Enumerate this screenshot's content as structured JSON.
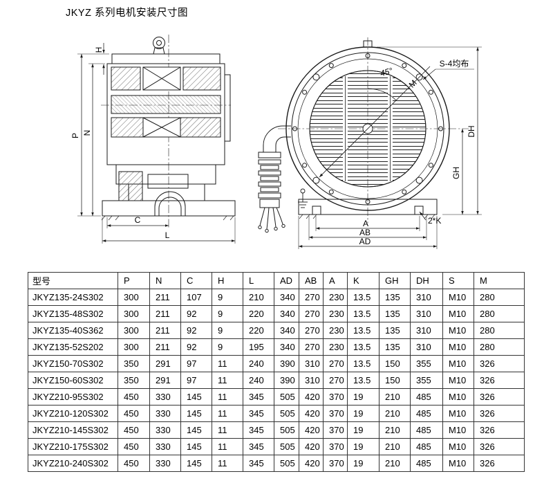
{
  "page": {
    "title": "JKYZ 系列电机安装尺寸图"
  },
  "diagram": {
    "side_view": {
      "labels": {
        "H": "H",
        "P": "P",
        "N": "N",
        "C": "C",
        "L": "L"
      }
    },
    "front_view": {
      "labels": {
        "angle": "45°",
        "holes": "S-4均布",
        "m": "M",
        "dh": "DH",
        "gh": "GH",
        "k": "2*K",
        "a": "A",
        "ab": "AB",
        "ad": "AD"
      }
    }
  },
  "table": {
    "headers": [
      "型号",
      "P",
      "N",
      "C",
      "H",
      "L",
      "AD",
      "AB",
      "A",
      "K",
      "GH",
      "DH",
      "S",
      "M"
    ],
    "rows": [
      [
        "JKYZ135-24S302",
        "300",
        "211",
        "107",
        "9",
        "210",
        "340",
        "270",
        "230",
        "13.5",
        "135",
        "310",
        "M10",
        "280"
      ],
      [
        "JKYZ135-48S302",
        "300",
        "211",
        "92",
        "9",
        "220",
        "340",
        "270",
        "230",
        "13.5",
        "135",
        "310",
        "M10",
        "280"
      ],
      [
        "JKYZ135-40S362",
        "300",
        "211",
        "92",
        "9",
        "220",
        "340",
        "270",
        "230",
        "13.5",
        "135",
        "310",
        "M10",
        "280"
      ],
      [
        "JKYZ135-52S202",
        "300",
        "211",
        "92",
        "9",
        "195",
        "340",
        "270",
        "230",
        "13.5",
        "135",
        "310",
        "M10",
        "280"
      ],
      [
        "JKYZ150-70S302",
        "350",
        "291",
        "97",
        "11",
        "240",
        "390",
        "310",
        "270",
        "13.5",
        "150",
        "355",
        "M10",
        "326"
      ],
      [
        "JKYZ150-60S302",
        "350",
        "291",
        "97",
        "11",
        "240",
        "390",
        "310",
        "270",
        "13.5",
        "150",
        "355",
        "M10",
        "326"
      ],
      [
        "JKYZ210-95S302",
        "450",
        "330",
        "145",
        "11",
        "345",
        "505",
        "420",
        "370",
        "19",
        "210",
        "485",
        "M10",
        "326"
      ],
      [
        "JKYZ210-120S302",
        "450",
        "330",
        "145",
        "11",
        "345",
        "505",
        "420",
        "370",
        "19",
        "210",
        "485",
        "M10",
        "326"
      ],
      [
        "JKYZ210-145S302",
        "450",
        "330",
        "145",
        "11",
        "345",
        "505",
        "420",
        "370",
        "19",
        "210",
        "485",
        "M10",
        "326"
      ],
      [
        "JKYZ210-175S302",
        "450",
        "330",
        "145",
        "11",
        "345",
        "505",
        "420",
        "370",
        "19",
        "210",
        "485",
        "M10",
        "326"
      ],
      [
        "JKYZ210-240S302",
        "450",
        "330",
        "145",
        "11",
        "345",
        "505",
        "420",
        "370",
        "19",
        "210",
        "485",
        "M10",
        "326"
      ]
    ]
  }
}
